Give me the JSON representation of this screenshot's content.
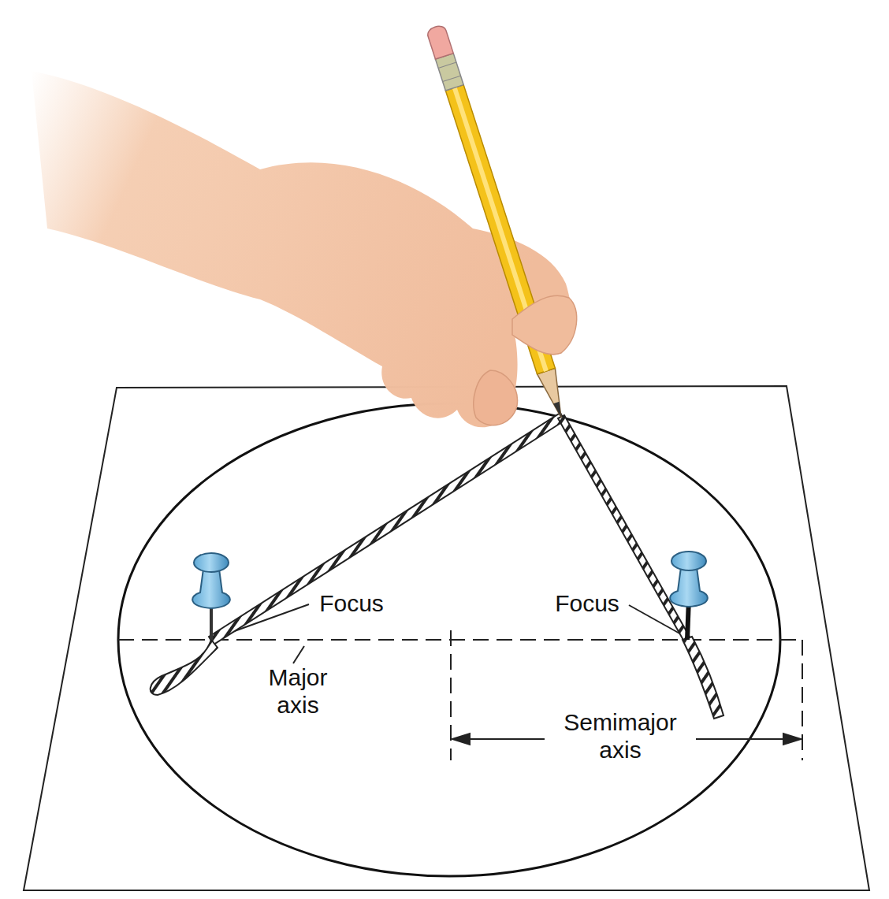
{
  "diagram": {
    "labels": [
      "Focus",
      "Focus",
      "Major axis",
      "Semimajor axis"
    ]
  }
}
